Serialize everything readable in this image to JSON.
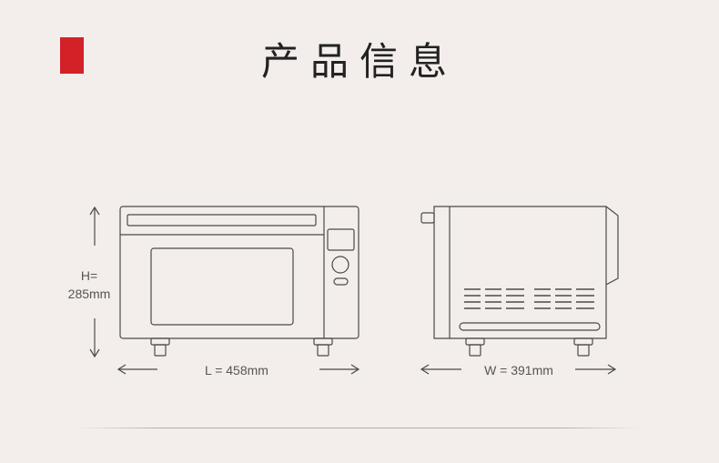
{
  "header": {
    "title": "产品信息",
    "accent_color": "#d42027"
  },
  "dimensions": {
    "height_label_line1": "H=",
    "height_label_line2": "285mm",
    "length_label": "L = 458mm",
    "width_label": "W = 391mm"
  },
  "colors": {
    "background": "#f3eeeb",
    "line": "#4a4a4a"
  }
}
